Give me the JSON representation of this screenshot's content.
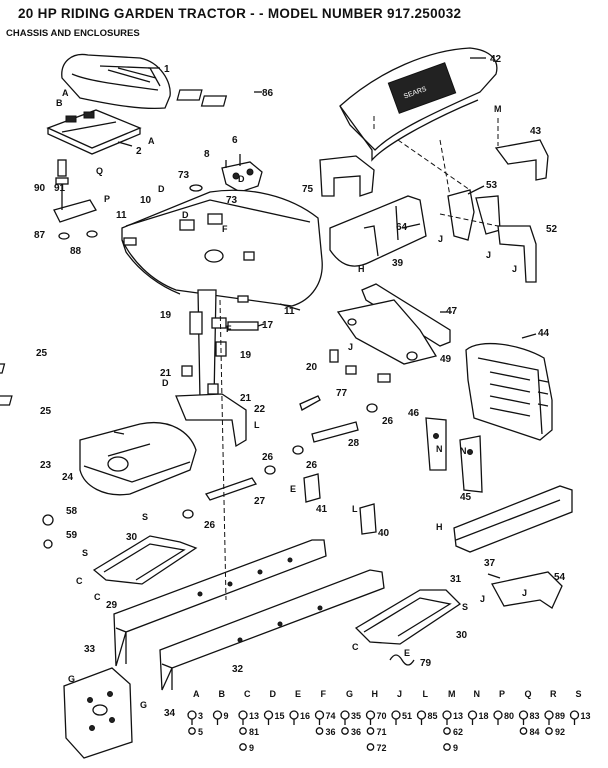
{
  "header": {
    "title": "20 HP RIDING GARDEN TRACTOR - - MODEL NUMBER 917.250032",
    "subtitle": "CHASSIS AND ENCLOSURES"
  },
  "callouts": [
    {
      "id": "c1",
      "label": "1"
    },
    {
      "id": "c2",
      "label": "2"
    },
    {
      "id": "c86",
      "label": "86"
    },
    {
      "id": "c42",
      "label": "42"
    },
    {
      "id": "c6",
      "label": "6"
    },
    {
      "id": "c8",
      "label": "8"
    },
    {
      "id": "c73a",
      "label": "73"
    },
    {
      "id": "c73b",
      "label": "73"
    },
    {
      "id": "c10",
      "label": "10"
    },
    {
      "id": "c11a",
      "label": "11"
    },
    {
      "id": "c11b",
      "label": "11"
    },
    {
      "id": "c75",
      "label": "75"
    },
    {
      "id": "c43",
      "label": "43"
    },
    {
      "id": "c53",
      "label": "53"
    },
    {
      "id": "c52",
      "label": "52"
    },
    {
      "id": "c64",
      "label": "64"
    },
    {
      "id": "c39",
      "label": "39"
    },
    {
      "id": "c90",
      "label": "90"
    },
    {
      "id": "c91",
      "label": "91"
    },
    {
      "id": "c87",
      "label": "87"
    },
    {
      "id": "c88",
      "label": "88"
    },
    {
      "id": "c19a",
      "label": "19"
    },
    {
      "id": "c19b",
      "label": "19"
    },
    {
      "id": "c17",
      "label": "17"
    },
    {
      "id": "c47",
      "label": "47"
    },
    {
      "id": "c44",
      "label": "44"
    },
    {
      "id": "c25a",
      "label": "25"
    },
    {
      "id": "c25b",
      "label": "25"
    },
    {
      "id": "c21a",
      "label": "21"
    },
    {
      "id": "c21b",
      "label": "21"
    },
    {
      "id": "c22",
      "label": "22"
    },
    {
      "id": "c20",
      "label": "20"
    },
    {
      "id": "c77",
      "label": "77"
    },
    {
      "id": "c49",
      "label": "49"
    },
    {
      "id": "c26a",
      "label": "26"
    },
    {
      "id": "c26b",
      "label": "26"
    },
    {
      "id": "c26c",
      "label": "26"
    },
    {
      "id": "c26d",
      "label": "26"
    },
    {
      "id": "c28",
      "label": "28"
    },
    {
      "id": "c46",
      "label": "46"
    },
    {
      "id": "c45",
      "label": "45"
    },
    {
      "id": "c23",
      "label": "23"
    },
    {
      "id": "c24",
      "label": "24"
    },
    {
      "id": "c27",
      "label": "27"
    },
    {
      "id": "c41",
      "label": "41"
    },
    {
      "id": "c40",
      "label": "40"
    },
    {
      "id": "c58",
      "label": "58"
    },
    {
      "id": "c59",
      "label": "59"
    },
    {
      "id": "c30a",
      "label": "30"
    },
    {
      "id": "c30b",
      "label": "30"
    },
    {
      "id": "c29",
      "label": "29"
    },
    {
      "id": "c31",
      "label": "31"
    },
    {
      "id": "c37",
      "label": "37"
    },
    {
      "id": "c54",
      "label": "54"
    },
    {
      "id": "c33",
      "label": "33"
    },
    {
      "id": "c32",
      "label": "32"
    },
    {
      "id": "c79",
      "label": "79"
    },
    {
      "id": "c34",
      "label": "34"
    }
  ],
  "ref_letters": [
    {
      "id": "A1",
      "label": "A"
    },
    {
      "id": "A2",
      "label": "A"
    },
    {
      "id": "B1",
      "label": "B"
    },
    {
      "id": "P1",
      "label": "P"
    },
    {
      "id": "Q1",
      "label": "Q"
    },
    {
      "id": "D1",
      "label": "D"
    },
    {
      "id": "D2",
      "label": "D"
    },
    {
      "id": "D3",
      "label": "D"
    },
    {
      "id": "D4",
      "label": "D"
    },
    {
      "id": "F1",
      "label": "F"
    },
    {
      "id": "F2",
      "label": "F"
    },
    {
      "id": "M1",
      "label": "M"
    },
    {
      "id": "H1",
      "label": "H"
    },
    {
      "id": "H2",
      "label": "H"
    },
    {
      "id": "J1",
      "label": "J"
    },
    {
      "id": "J2",
      "label": "J"
    },
    {
      "id": "J3",
      "label": "J"
    },
    {
      "id": "J4",
      "label": "J"
    },
    {
      "id": "J5",
      "label": "J"
    },
    {
      "id": "J6",
      "label": "J"
    },
    {
      "id": "L1",
      "label": "L"
    },
    {
      "id": "L2",
      "label": "L"
    },
    {
      "id": "E1",
      "label": "E"
    },
    {
      "id": "E2",
      "label": "E"
    },
    {
      "id": "N1",
      "label": "N"
    },
    {
      "id": "N2",
      "label": "N"
    },
    {
      "id": "S1",
      "label": "S"
    },
    {
      "id": "S2",
      "label": "S"
    },
    {
      "id": "S3",
      "label": "S"
    },
    {
      "id": "C1",
      "label": "C"
    },
    {
      "id": "C2",
      "label": "C"
    },
    {
      "id": "C3",
      "label": "C"
    },
    {
      "id": "G1",
      "label": "G"
    },
    {
      "id": "G2",
      "label": "G"
    }
  ],
  "fastener_key": [
    {
      "letter": "A",
      "parts": [
        "3",
        "5"
      ]
    },
    {
      "letter": "B",
      "parts": [
        "9"
      ]
    },
    {
      "letter": "C",
      "parts": [
        "13",
        "81",
        "9"
      ]
    },
    {
      "letter": "D",
      "parts": [
        "15"
      ]
    },
    {
      "letter": "E",
      "parts": [
        "16"
      ]
    },
    {
      "letter": "F",
      "parts": [
        "74",
        "36"
      ]
    },
    {
      "letter": "G",
      "parts": [
        "35",
        "36"
      ]
    },
    {
      "letter": "H",
      "parts": [
        "70",
        "71",
        "72"
      ]
    },
    {
      "letter": "J",
      "parts": [
        "51"
      ]
    },
    {
      "letter": "L",
      "parts": [
        "85"
      ]
    },
    {
      "letter": "M",
      "parts": [
        "13",
        "62",
        "9"
      ]
    },
    {
      "letter": "N",
      "parts": [
        "18"
      ]
    },
    {
      "letter": "P",
      "parts": [
        "80"
      ]
    },
    {
      "letter": "Q",
      "parts": [
        "83",
        "84"
      ]
    },
    {
      "letter": "R",
      "parts": [
        "89",
        "92"
      ]
    },
    {
      "letter": "S",
      "parts": [
        "13"
      ]
    }
  ],
  "hood_decal_text": "SEARS"
}
